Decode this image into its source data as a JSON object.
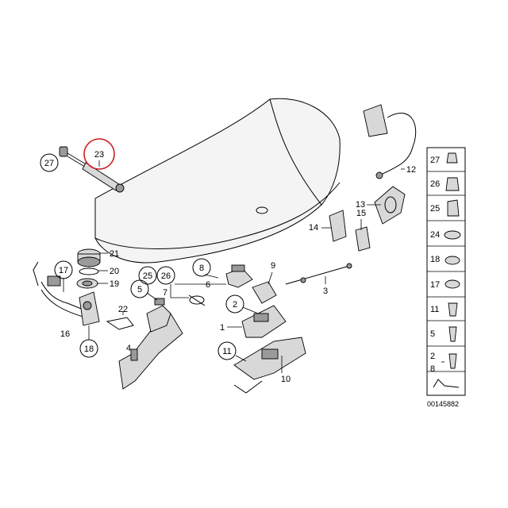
{
  "diagram_code": "00145882",
  "highlighted_callout": "23",
  "colors": {
    "highlight": "#d01f1f",
    "ink": "#000000",
    "part_fill": "#d8d8d8"
  },
  "callouts": {
    "c27": "27",
    "c23": "23",
    "c17": "17",
    "c21": "21",
    "c20": "20",
    "c19": "19",
    "c16": "16",
    "c18": "18",
    "c22": "22",
    "c4": "4",
    "c5": "5",
    "c25": "25",
    "c26": "26",
    "c7": "7",
    "c8": "8",
    "c6": "6",
    "c9": "9",
    "c2": "2",
    "c1": "1",
    "c11": "11",
    "c10": "10",
    "c3": "3",
    "c14": "14",
    "c15": "15",
    "c13": "13",
    "c12": "12"
  },
  "parts_panel": [
    "27",
    "26",
    "25",
    "24",
    "18",
    "17",
    "11",
    "5",
    "2",
    "8"
  ]
}
